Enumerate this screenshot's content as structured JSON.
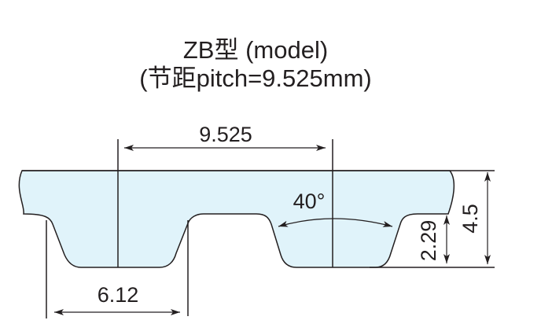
{
  "title": {
    "line1": "ZB型 (model)",
    "line2": "(节距pitch=9.525mm)"
  },
  "dimensions": {
    "pitch": "9.525",
    "tooth_width": "6.12",
    "angle": "40°",
    "tooth_height": "2.29",
    "total_height": "4.5"
  },
  "colors": {
    "belt_fill": "#e0f3fa",
    "line": "#231f20"
  }
}
